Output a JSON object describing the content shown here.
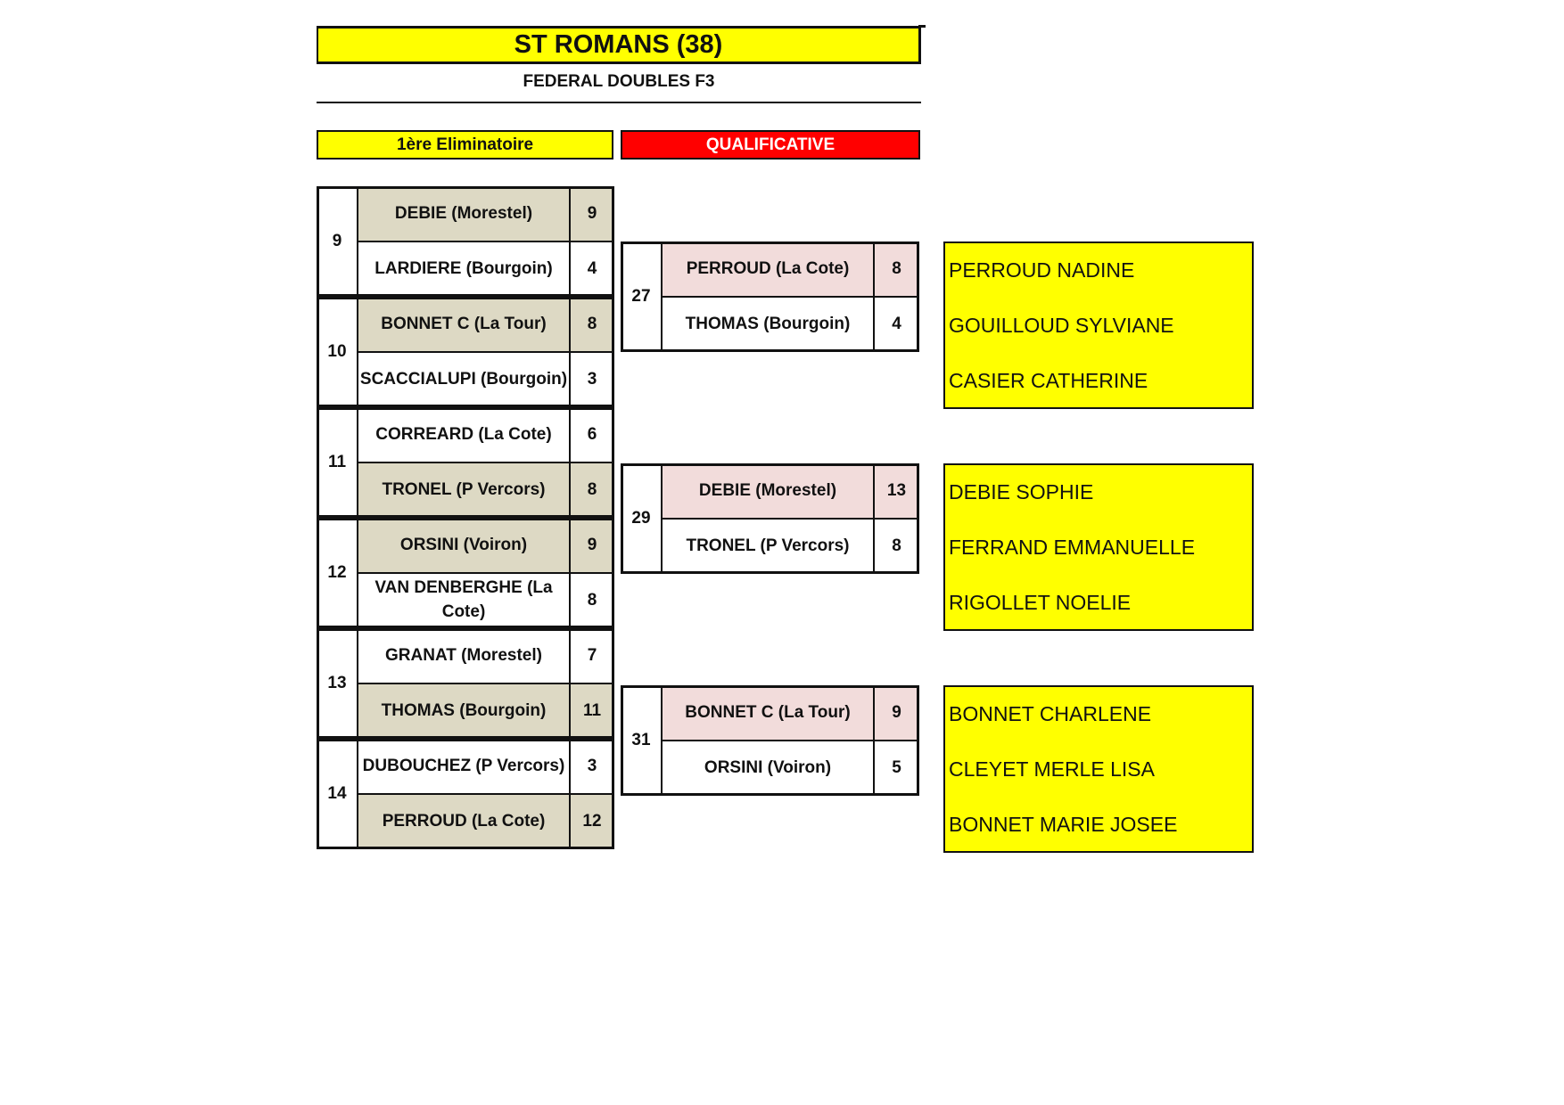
{
  "header": {
    "title": "ST ROMANS (38)",
    "subtitle": "FEDERAL DOUBLES F3"
  },
  "rounds": {
    "eliminatoire_label": "1ère Eliminatoire",
    "qualificative_label": "QUALIFICATIVE"
  },
  "colors": {
    "title_bg": "#ffff00",
    "eliminatoire_bg": "#ffff00",
    "qualificative_bg": "#ff0000",
    "winner_elim_bg": "#ddd9c4",
    "winner_qual_bg": "#f2dcdb",
    "names_bg": "#ffff00"
  },
  "eliminatoire": [
    {
      "match": "9",
      "teams": [
        {
          "name": "DEBIE (Morestel)",
          "score": "9",
          "winner": true
        },
        {
          "name": "LARDIERE (Bourgoin)",
          "score": "4",
          "winner": false
        }
      ]
    },
    {
      "match": "10",
      "teams": [
        {
          "name": "BONNET C (La Tour)",
          "score": "8",
          "winner": true
        },
        {
          "name": "SCACCIALUPI (Bourgoin)",
          "score": "3",
          "winner": false
        }
      ]
    },
    {
      "match": "11",
      "teams": [
        {
          "name": "CORREARD (La Cote)",
          "score": "6",
          "winner": false
        },
        {
          "name": "TRONEL (P Vercors)",
          "score": "8",
          "winner": true
        }
      ]
    },
    {
      "match": "12",
      "teams": [
        {
          "name": "ORSINI (Voiron)",
          "score": "9",
          "winner": true
        },
        {
          "name": "VAN DENBERGHE (La Cote)",
          "score": "8",
          "winner": false
        }
      ]
    },
    {
      "match": "13",
      "teams": [
        {
          "name": "GRANAT (Morestel)",
          "score": "7",
          "winner": false
        },
        {
          "name": "THOMAS (Bourgoin)",
          "score": "11",
          "winner": true
        }
      ]
    },
    {
      "match": "14",
      "teams": [
        {
          "name": "DUBOUCHEZ (P Vercors)",
          "score": "3",
          "winner": false
        },
        {
          "name": "PERROUD (La Cote)",
          "score": "12",
          "winner": true
        }
      ]
    }
  ],
  "qualificative": [
    {
      "match": "27",
      "teams": [
        {
          "name": "PERROUD (La Cote)",
          "score": "8",
          "winner": true
        },
        {
          "name": "THOMAS (Bourgoin)",
          "score": "4",
          "winner": false
        }
      ]
    },
    {
      "match": "29",
      "teams": [
        {
          "name": "DEBIE (Morestel)",
          "score": "13",
          "winner": true
        },
        {
          "name": "TRONEL (P Vercors)",
          "score": "8",
          "winner": false
        }
      ]
    },
    {
      "match": "31",
      "teams": [
        {
          "name": "BONNET C (La Tour)",
          "score": "9",
          "winner": true
        },
        {
          "name": "ORSINI (Voiron)",
          "score": "5",
          "winner": false
        }
      ]
    }
  ],
  "qualified_teams": [
    {
      "players": [
        "PERROUD NADINE",
        "GOUILLOUD SYLVIANE",
        "CASIER CATHERINE"
      ]
    },
    {
      "players": [
        "DEBIE SOPHIE",
        "FERRAND EMMANUELLE",
        "RIGOLLET NOELIE"
      ]
    },
    {
      "players": [
        "BONNET CHARLENE",
        "CLEYET MERLE LISA",
        "BONNET MARIE JOSEE"
      ]
    }
  ]
}
